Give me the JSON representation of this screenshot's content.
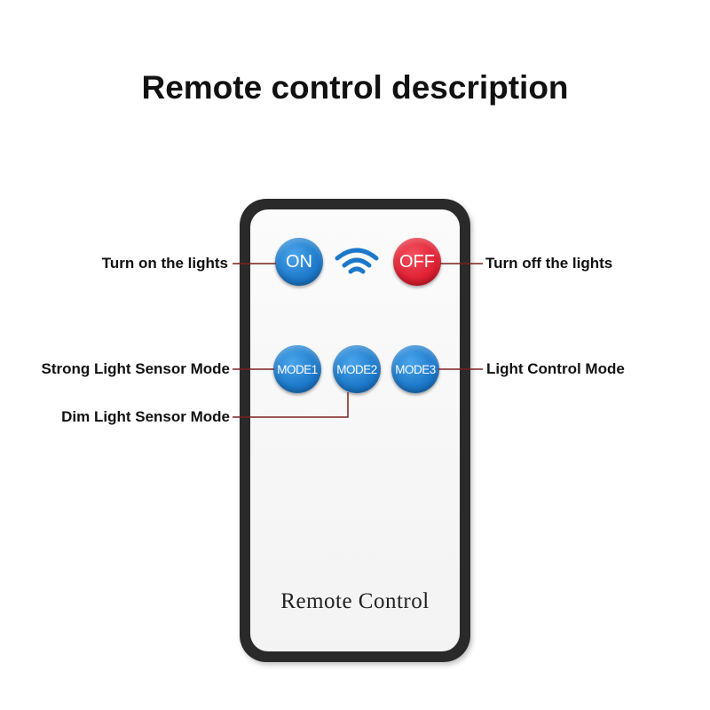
{
  "title": "Remote control description",
  "remote": {
    "label": "Remote Control",
    "buttons": {
      "on": "ON",
      "off": "OFF",
      "mode1": "MODE1",
      "mode2": "MODE2",
      "mode3": "MODE3"
    },
    "signal_icon": "wifi-signal-icon"
  },
  "callouts": {
    "on": "Turn on the lights",
    "off": "Turn off the lights",
    "mode1": "Strong Light Sensor Mode",
    "mode2": "Dim Light Sensor Mode",
    "mode3": "Light Control Mode"
  },
  "colors": {
    "on_button": "#1c78c9",
    "off_button": "#de1f31",
    "mode_buttons": "#1c78c9",
    "leader_lines": "#7a2020",
    "remote_body": "#2a2a2a"
  }
}
